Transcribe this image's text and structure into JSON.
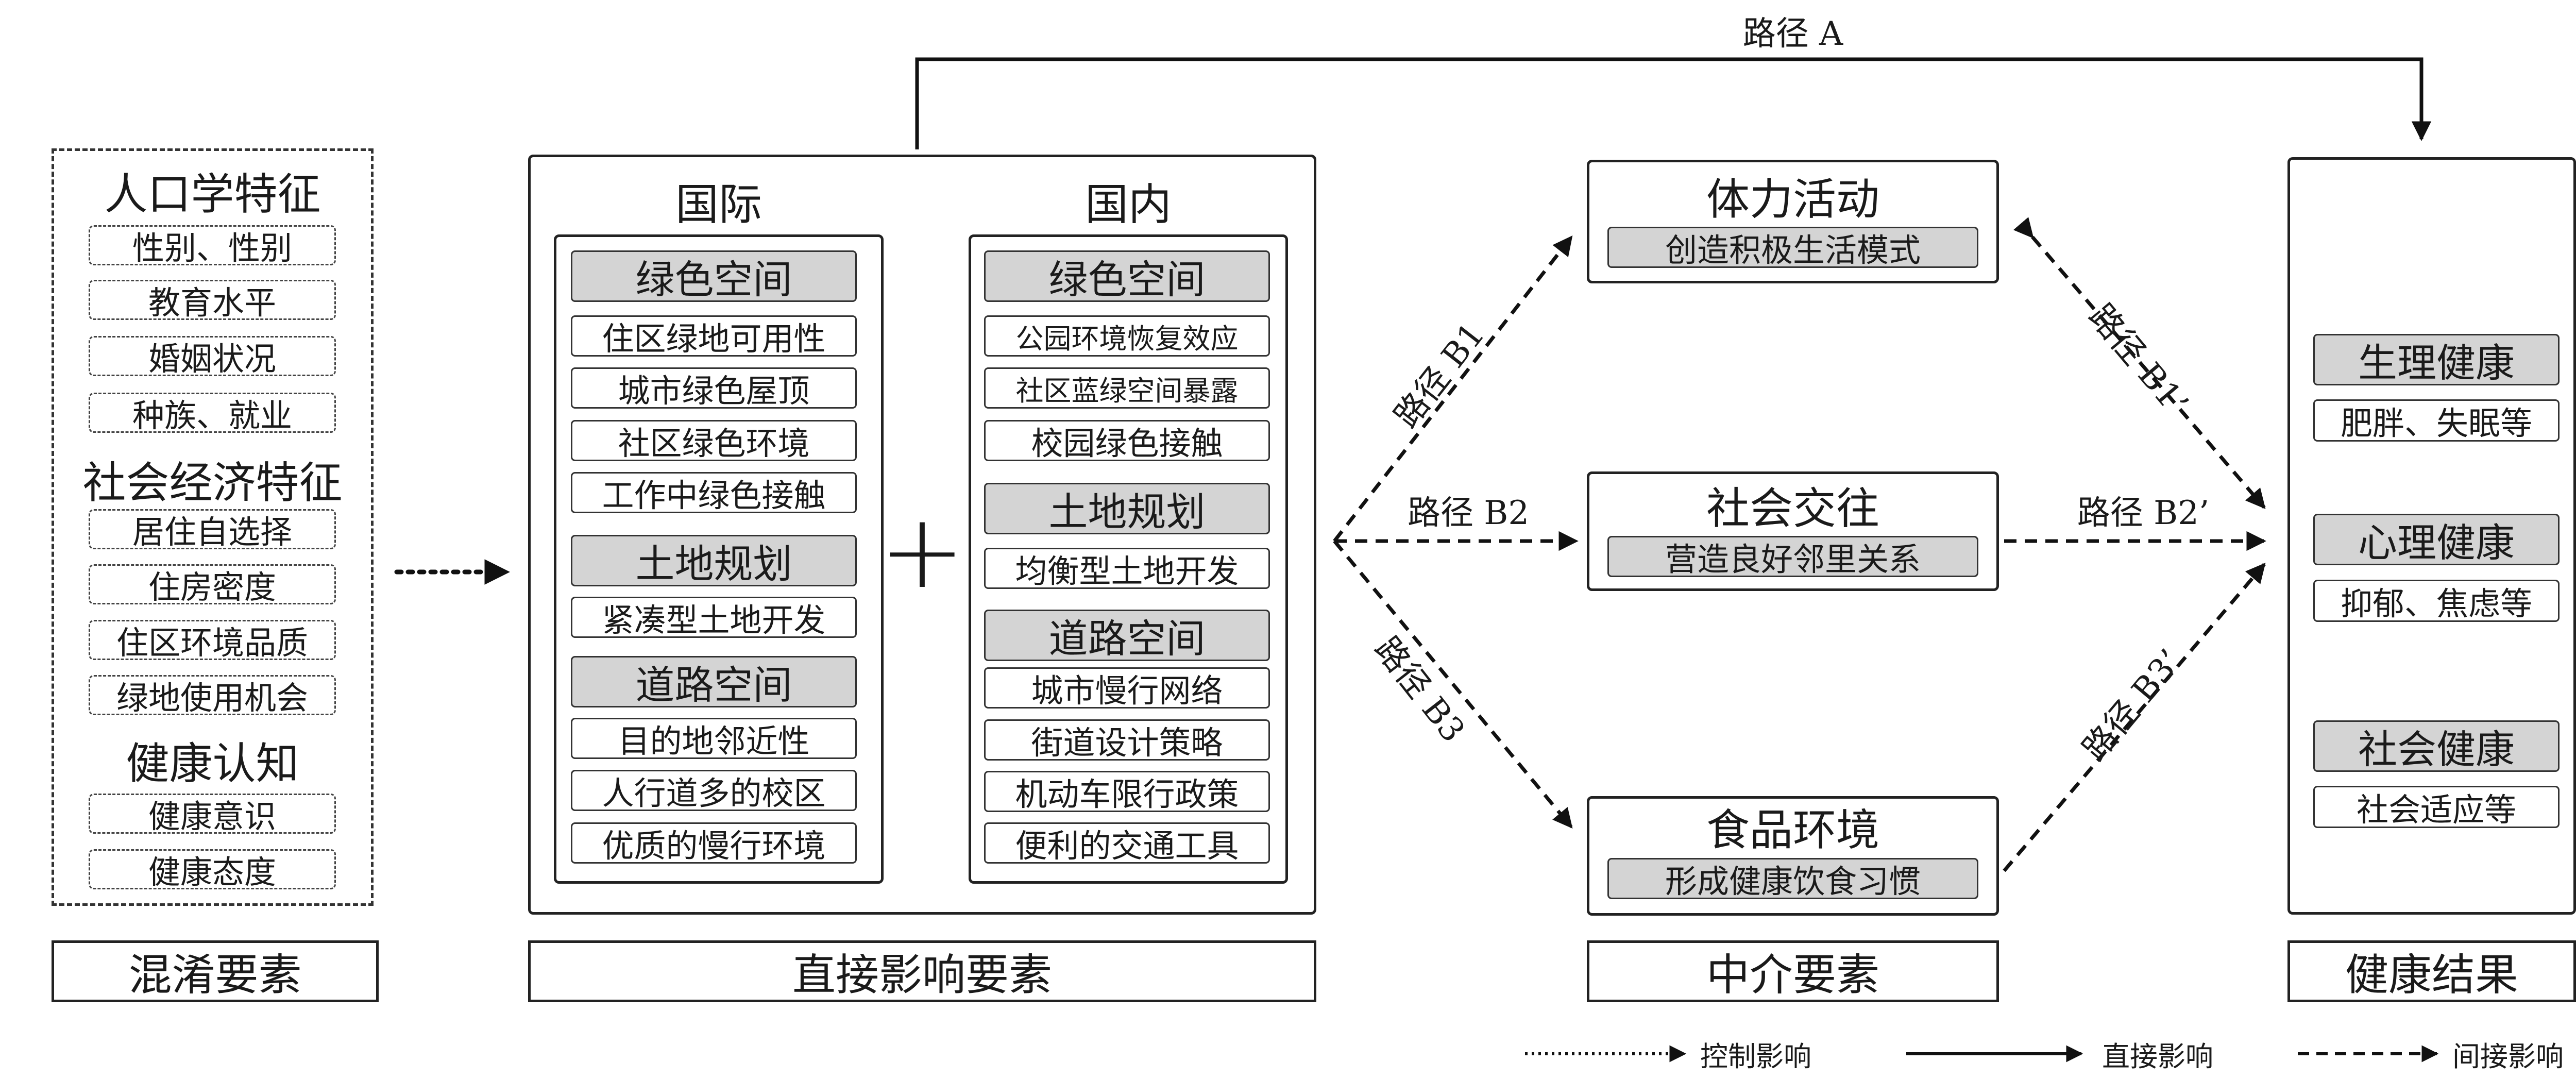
{
  "confounders": {
    "demographics": {
      "title": "人口学特征",
      "items": [
        "性别、性别",
        "教育水平",
        "婚姻状况",
        "种族、就业"
      ]
    },
    "socioeconomic": {
      "title": "社会经济特征",
      "items": [
        "居住自选择",
        "住房密度",
        "住区环境品质",
        "绿地使用机会"
      ]
    },
    "health_cognition": {
      "title": "健康认知",
      "items": [
        "健康意识",
        "健康态度"
      ]
    },
    "footer": "混淆要素"
  },
  "direct": {
    "international": {
      "title": "国际",
      "green": {
        "title": "绿色空间",
        "items": [
          "住区绿地可用性",
          "城市绿色屋顶",
          "社区绿色环境",
          "工作中绿色接触"
        ]
      },
      "land": {
        "title": "土地规划",
        "items": [
          "紧凑型土地开发"
        ]
      },
      "road": {
        "title": "道路空间",
        "items": [
          "目的地邻近性",
          "人行道多的校区",
          "优质的慢行环境"
        ]
      }
    },
    "domestic": {
      "title": "国内",
      "green": {
        "title": "绿色空间",
        "items": [
          "公园环境恢复效应",
          "社区蓝绿空间暴露",
          "校园绿色接触"
        ]
      },
      "land": {
        "title": "土地规划",
        "items": [
          "均衡型土地开发"
        ]
      },
      "road": {
        "title": "道路空间",
        "items": [
          "城市慢行网络",
          "街道设计策略",
          "机动车限行政策",
          "便利的交通工具"
        ]
      }
    },
    "plus": "+",
    "footer": "直接影响要素"
  },
  "mediators": {
    "physical": {
      "title": "体力活动",
      "sub": "创造积极生活模式"
    },
    "social": {
      "title": "社会交往",
      "sub": "营造良好邻里关系"
    },
    "food": {
      "title": "食品环境",
      "sub": "形成健康饮食习惯"
    },
    "footer": "中介要素"
  },
  "outcomes": {
    "physiological": {
      "title": "生理健康",
      "sub": "肥胖、失眠等"
    },
    "mental": {
      "title": "心理健康",
      "sub": "抑郁、焦虑等"
    },
    "social": {
      "title": "社会健康",
      "sub": "社会适应等"
    },
    "footer": "健康结果"
  },
  "paths": {
    "a": "路径 A",
    "b1": "路径 B1",
    "b2": "路径 B2",
    "b3": "路径 B3",
    "b1p": "路径 B1’",
    "b2p": "路径 B2’",
    "b3p": "路径 B3’"
  },
  "legend": {
    "control": "控制影响",
    "direct": "直接影响",
    "indirect": "间接影响"
  }
}
